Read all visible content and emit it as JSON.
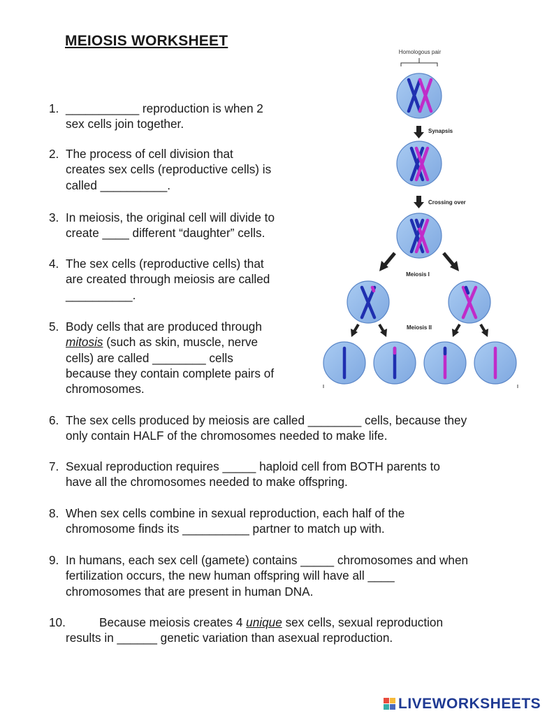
{
  "title": "MEIOSIS WORKSHEET",
  "questions": {
    "q1": {
      "num": "1.",
      "l1": "___________ reproduction is when 2",
      "l2": "sex cells join together."
    },
    "q2": {
      "num": "2.",
      "l1": "The process of cell division that",
      "l2": "creates sex cells (reproductive cells) is",
      "l3": "called __________."
    },
    "q3": {
      "num": "3.",
      "l1": "In meiosis, the original cell will divide to",
      "l2": "create ____ different “daughter” cells."
    },
    "q4": {
      "num": "4.",
      "l1": "The sex cells (reproductive cells) that",
      "l2": "are created through meiosis are called",
      "l3": "__________."
    },
    "q5": {
      "num": "5.",
      "l1": "Body cells that are produced through",
      "l2_em": "mitosis",
      "l2_rest": " (such as skin, muscle, nerve",
      "l3": "cells) are called ________ cells",
      "l4": "because they contain complete pairs of",
      "l5": "chromosomes."
    },
    "q6": {
      "num": "6.",
      "l1": "The sex cells produced by meiosis are called ________ cells, because they",
      "l2": "only contain HALF of the chromosomes needed to make life."
    },
    "q7": {
      "num": "7.",
      "l1": "Sexual reproduction requires _____ haploid cell from BOTH parents to",
      "l2": "have all the chromosomes needed to make offspring."
    },
    "q8": {
      "num": "8.",
      "l1": "When sex cells combine in sexual reproduction, each half of the",
      "l2": "chromosome finds its __________ partner to match up with."
    },
    "q9": {
      "num": "9.",
      "l1": "In humans, each sex cell (gamete) contains _____ chromosomes and when",
      "l2": "fertilization occurs, the new human offspring will have all ____",
      "l3": "chromosomes that are present in human DNA."
    },
    "q10": {
      "num": "10.",
      "l1_pre": "Because meiosis creates 4 ",
      "l1_em": "unique",
      "l1_post": " sex cells, sexual reproduction",
      "l2": "results in ______ genetic variation than asexual reproduction."
    }
  },
  "diagram": {
    "homologous_label": "Homologous pair",
    "synapsis_label": "Synapsis",
    "crossing_label": "Crossing over",
    "meiosis1_label": "Meiosis I",
    "meiosis2_label": "Meiosis II",
    "cell_color": "#8fb8ea",
    "blue_chrom": "#1f2fb0",
    "pink_chrom": "#c02bc9"
  },
  "footer": {
    "brand": "LIVEWORKSHEETS"
  }
}
